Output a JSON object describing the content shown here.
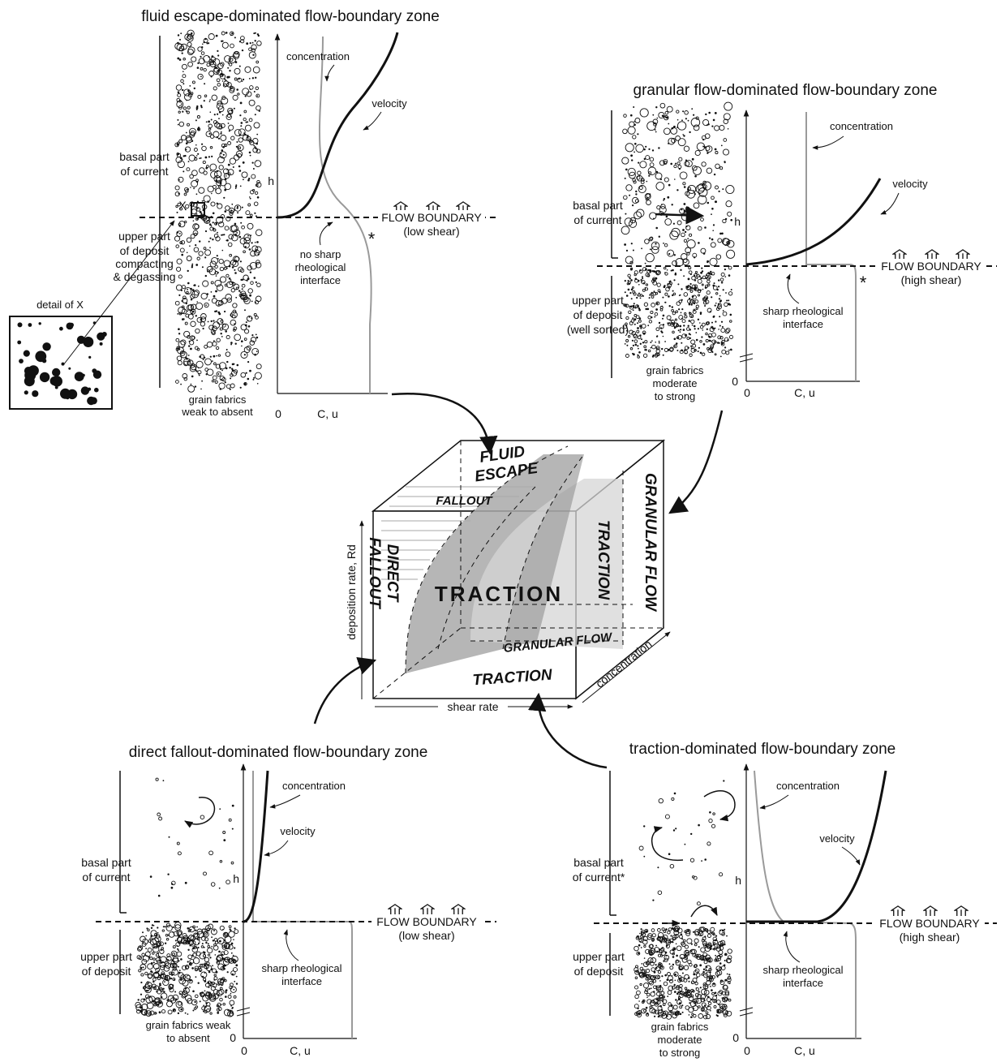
{
  "panels": {
    "fluid_escape": {
      "title": "fluid escape-dominated flow-boundary zone",
      "basal_1": "basal part",
      "basal_2": "of current",
      "upper_1": "upper part",
      "upper_2": "of deposit",
      "upper_3": "compacting",
      "upper_4": "& degassing",
      "detail": "detail of X",
      "x_mark": "X",
      "fabric_1": "grain fabrics",
      "fabric_2": "weak to absent",
      "concentration": "concentration",
      "velocity": "velocity",
      "h": "h",
      "zero": "0",
      "cu": "C, u",
      "boundary": "FLOW BOUNDARY",
      "shear": "(low shear)",
      "note_1": "no sharp",
      "note_2": "rheological",
      "note_3": "interface",
      "star": "*"
    },
    "granular": {
      "title": "granular flow-dominated flow-boundary zone",
      "basal_1": "basal part",
      "basal_2": "of current",
      "upper_1": "upper part",
      "upper_2": "of deposit",
      "upper_3": "(well sorted)",
      "fabric_1": "grain fabrics",
      "fabric_2": "moderate",
      "fabric_3": "to strong",
      "concentration": "concentration",
      "velocity": "velocity",
      "h": "h",
      "zero": "0",
      "zero_y": "0",
      "cu": "C, u",
      "boundary": "FLOW BOUNDARY",
      "shear": "(high shear)",
      "note_1": "sharp rheological",
      "note_2": "interface",
      "star": "*"
    },
    "direct_fallout": {
      "title": "direct fallout-dominated flow-boundary zone",
      "basal_1": "basal part",
      "basal_2": "of current",
      "upper_1": "upper part",
      "upper_2": "of deposit",
      "fabric_1": "grain fabrics weak",
      "fabric_2": "to absent",
      "concentration": "concentration",
      "velocity": "velocity",
      "h": "h",
      "zero": "0",
      "zero_y": "0",
      "cu": "C, u",
      "boundary": "FLOW BOUNDARY",
      "shear": "(low shear)",
      "note_1": "sharp rheological",
      "note_2": "interface"
    },
    "traction": {
      "title": "traction-dominated flow-boundary zone",
      "basal_1": "basal part",
      "basal_2": "of current*",
      "upper_1": "upper part",
      "upper_2": "of deposit",
      "fabric_1": "grain fabrics",
      "fabric_2": "moderate",
      "fabric_3": "to strong",
      "concentration": "concentration",
      "velocity": "velocity",
      "h": "h",
      "zero": "0",
      "zero_y": "0",
      "cu": "C, u",
      "boundary": "FLOW BOUNDARY",
      "shear": "(high shear)",
      "note_1": "sharp rheological",
      "note_2": "interface"
    }
  },
  "cube": {
    "fluid_1": "FLUID",
    "fluid_2": "ESCAPE",
    "fallout": "FALLOUT",
    "direct_1": "DIRECT",
    "direct_2": "FALLOUT",
    "traction_center": "TRACTION",
    "traction_right": "TRACTION",
    "granular_right": "GRANULAR FLOW",
    "granular_bottom": "GRANULAR FLOW",
    "traction_bottom": "TRACTION",
    "axis_y": "deposition rate, Rd",
    "axis_x": "shear rate",
    "axis_z": "concentration"
  },
  "colors": {
    "ink": "#111111",
    "shade_dark": "#a9a9a9",
    "shade_light": "#d6d6d6",
    "curve_grey": "#9a9a9a"
  }
}
